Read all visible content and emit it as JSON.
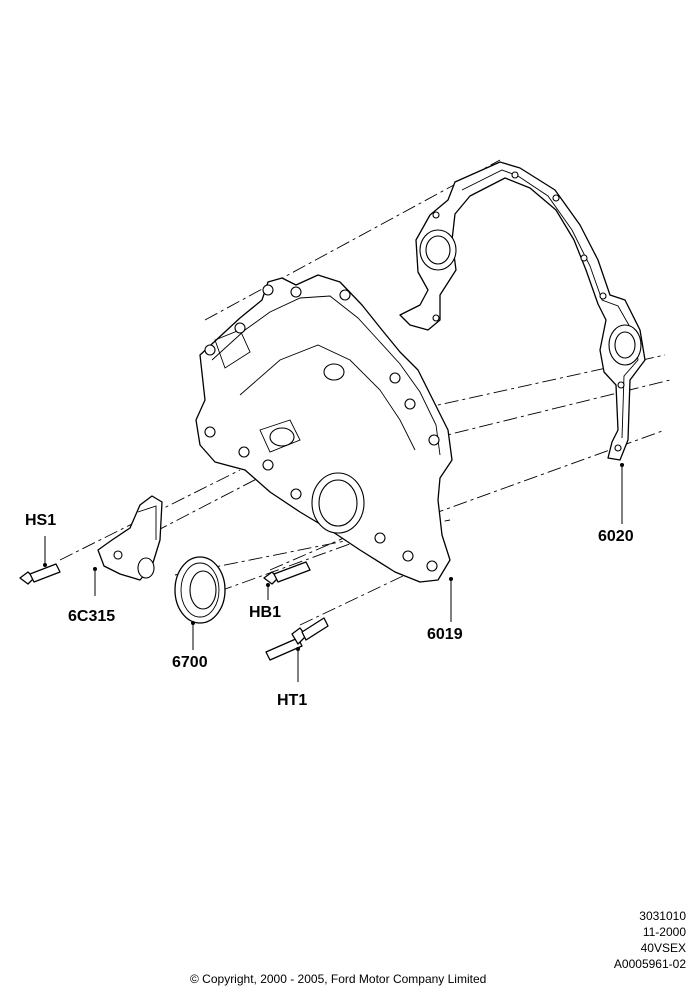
{
  "callouts": {
    "hs1": "HS1",
    "c6c315": "6C315",
    "c6700": "6700",
    "hb1": "HB1",
    "ht1": "HT1",
    "c6019": "6019",
    "c6020": "6020"
  },
  "reference": {
    "line1": "3031010",
    "line2": "11-2000",
    "line3": "40VSEX",
    "line4": "A0005961-02"
  },
  "copyright": "© Copyright, 2000 - 2005, Ford Motor Company Limited"
}
